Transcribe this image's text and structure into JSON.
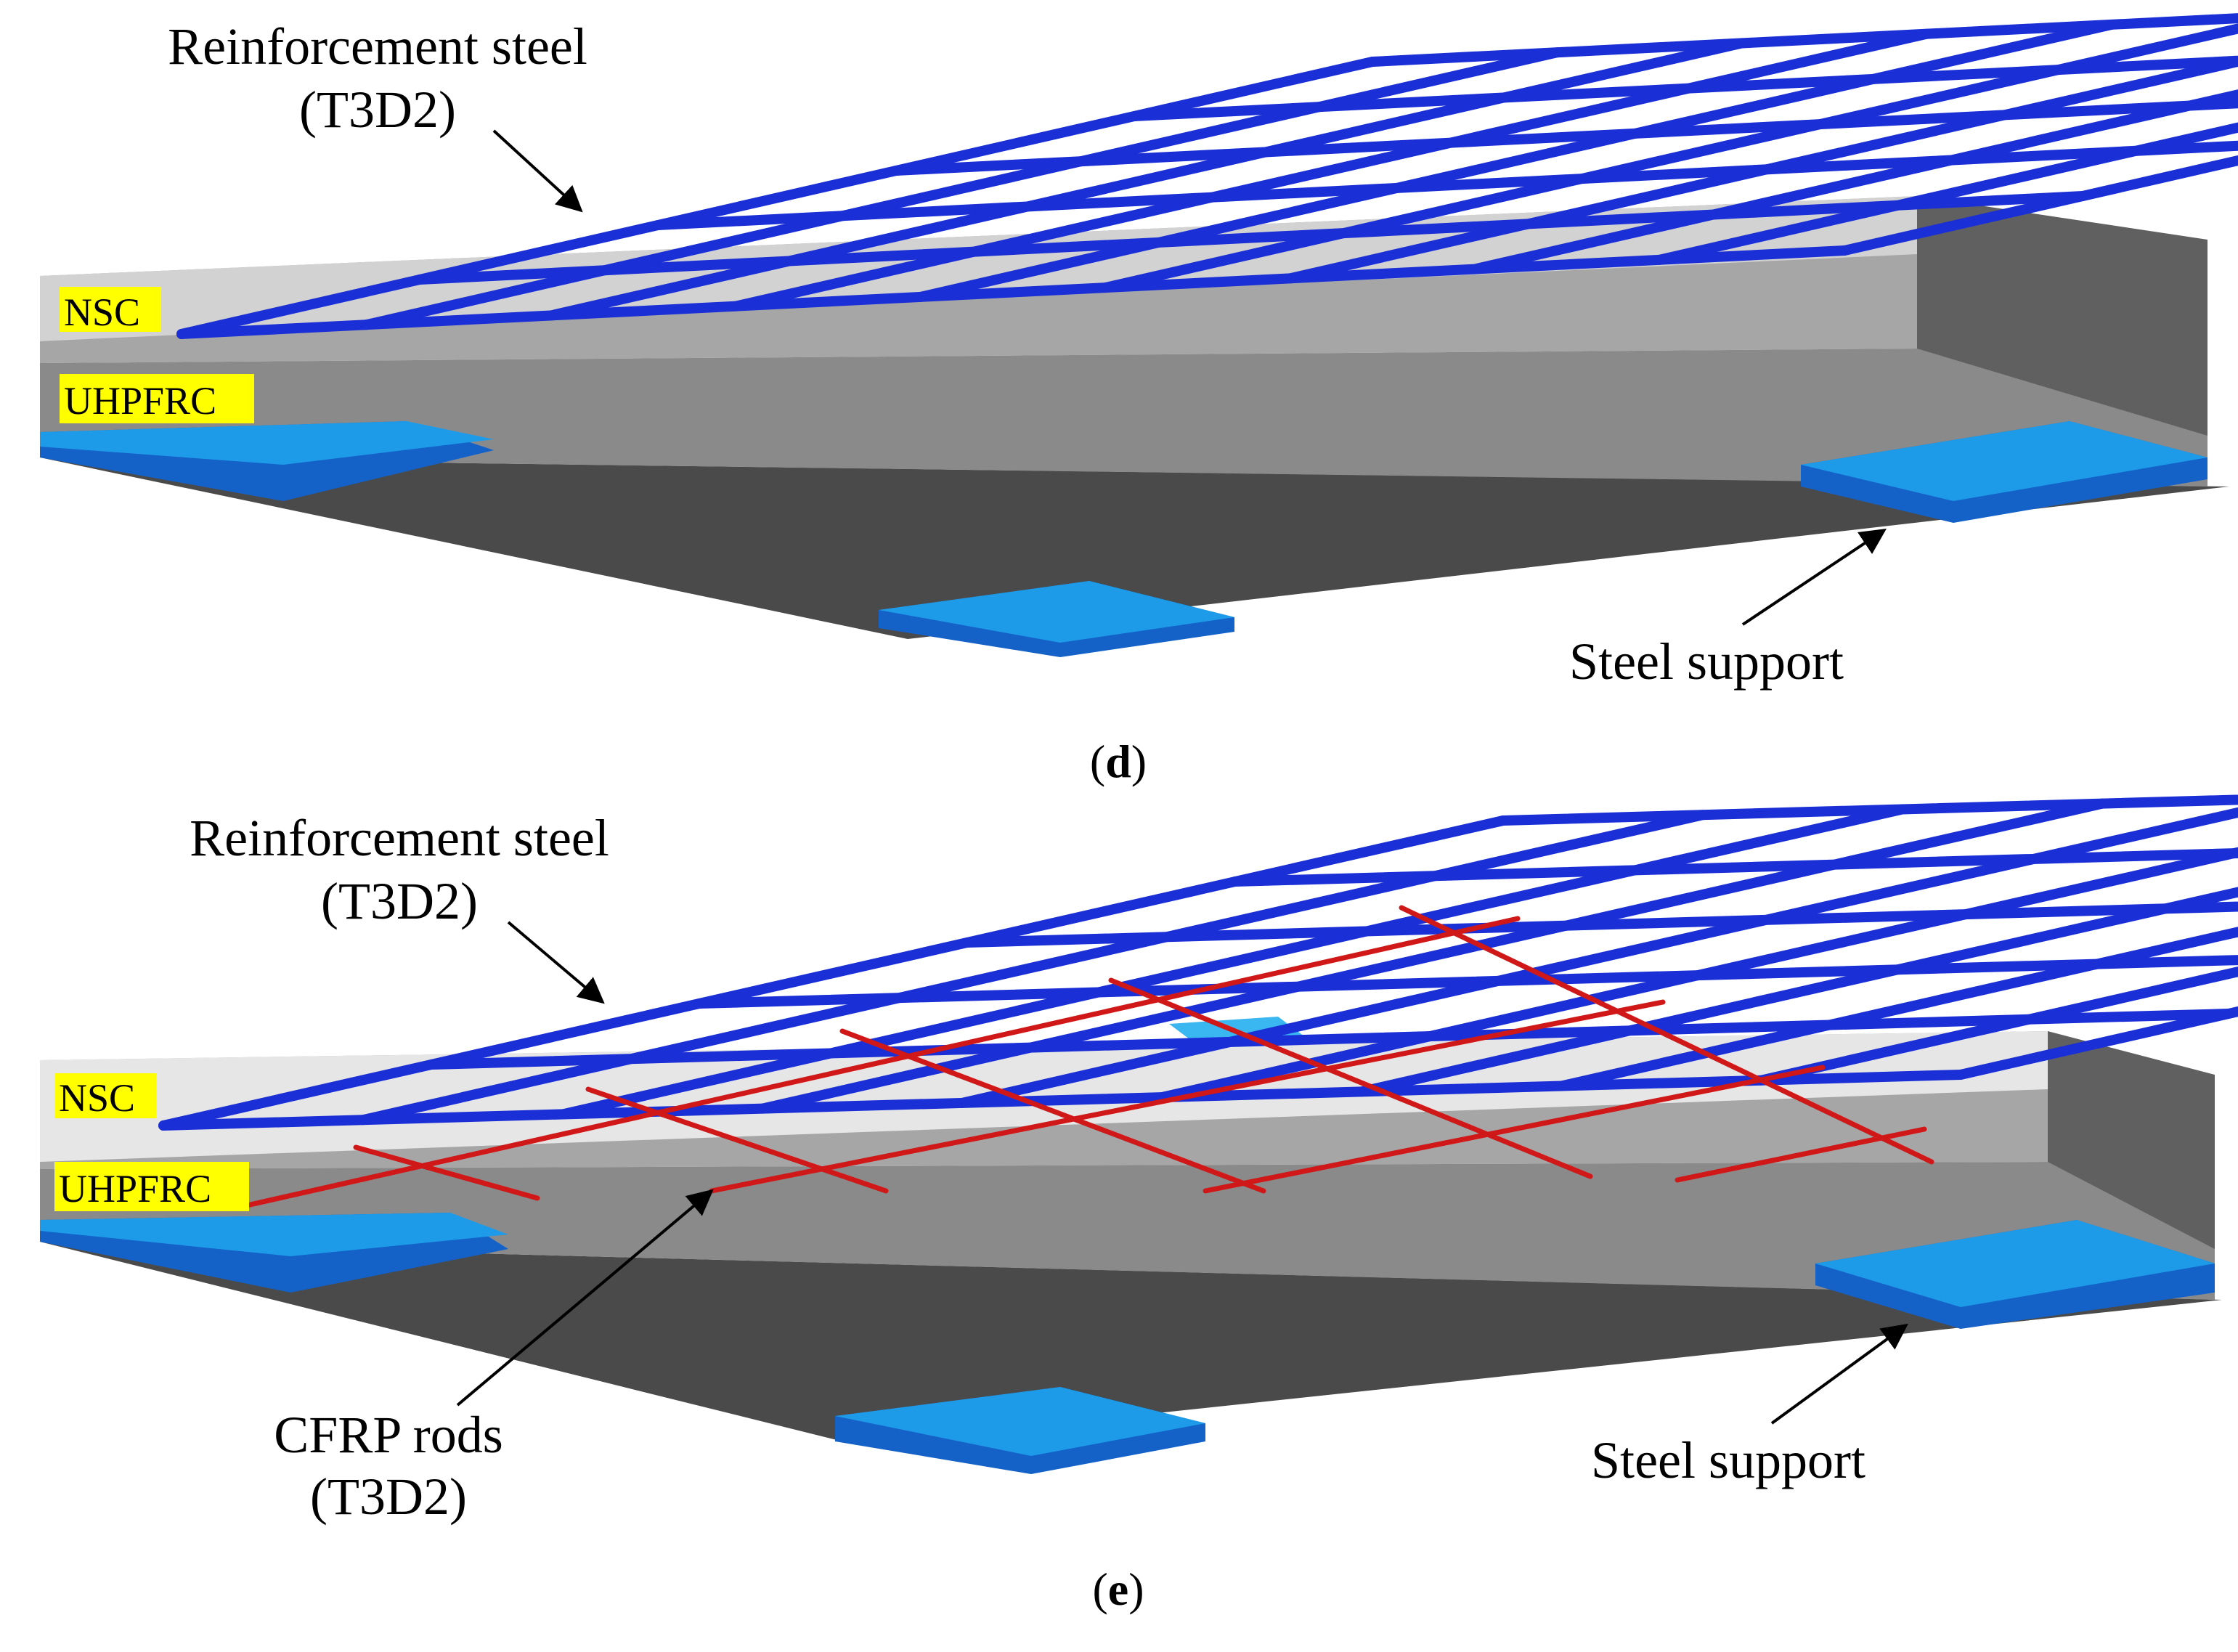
{
  "panel_d": {
    "caption_letter": "d",
    "rebar_label_line1": "Reinforcement steel",
    "rebar_label_line2": "(T3D2)",
    "nsc_tag": "NSC",
    "uhpfrc_tag": "UHPFRC",
    "support_label": "Steel support"
  },
  "panel_e": {
    "caption_letter": "e",
    "rebar_label_line1": "Reinforcement steel",
    "rebar_label_line2": "(T3D2)",
    "nsc_tag": "NSC",
    "uhpfrc_tag": "UHPFRC",
    "cfrp_label_line1": "CFRP rods",
    "cfrp_label_line2": "(T3D2)",
    "support_label": "Steel support"
  },
  "colors": {
    "nsc_top": "#d2d2d2",
    "nsc_front": "#a6a6a6",
    "uhpfrc_front": "#8a8a8a",
    "right_face": "#606060",
    "bottom_face": "#4a4a4a",
    "rebar": "#1a2fd6",
    "cfrp": "#d01818",
    "support_top": "#1e9be8",
    "support_side": "#1462c8",
    "tag_highlight": "#ffff00"
  }
}
